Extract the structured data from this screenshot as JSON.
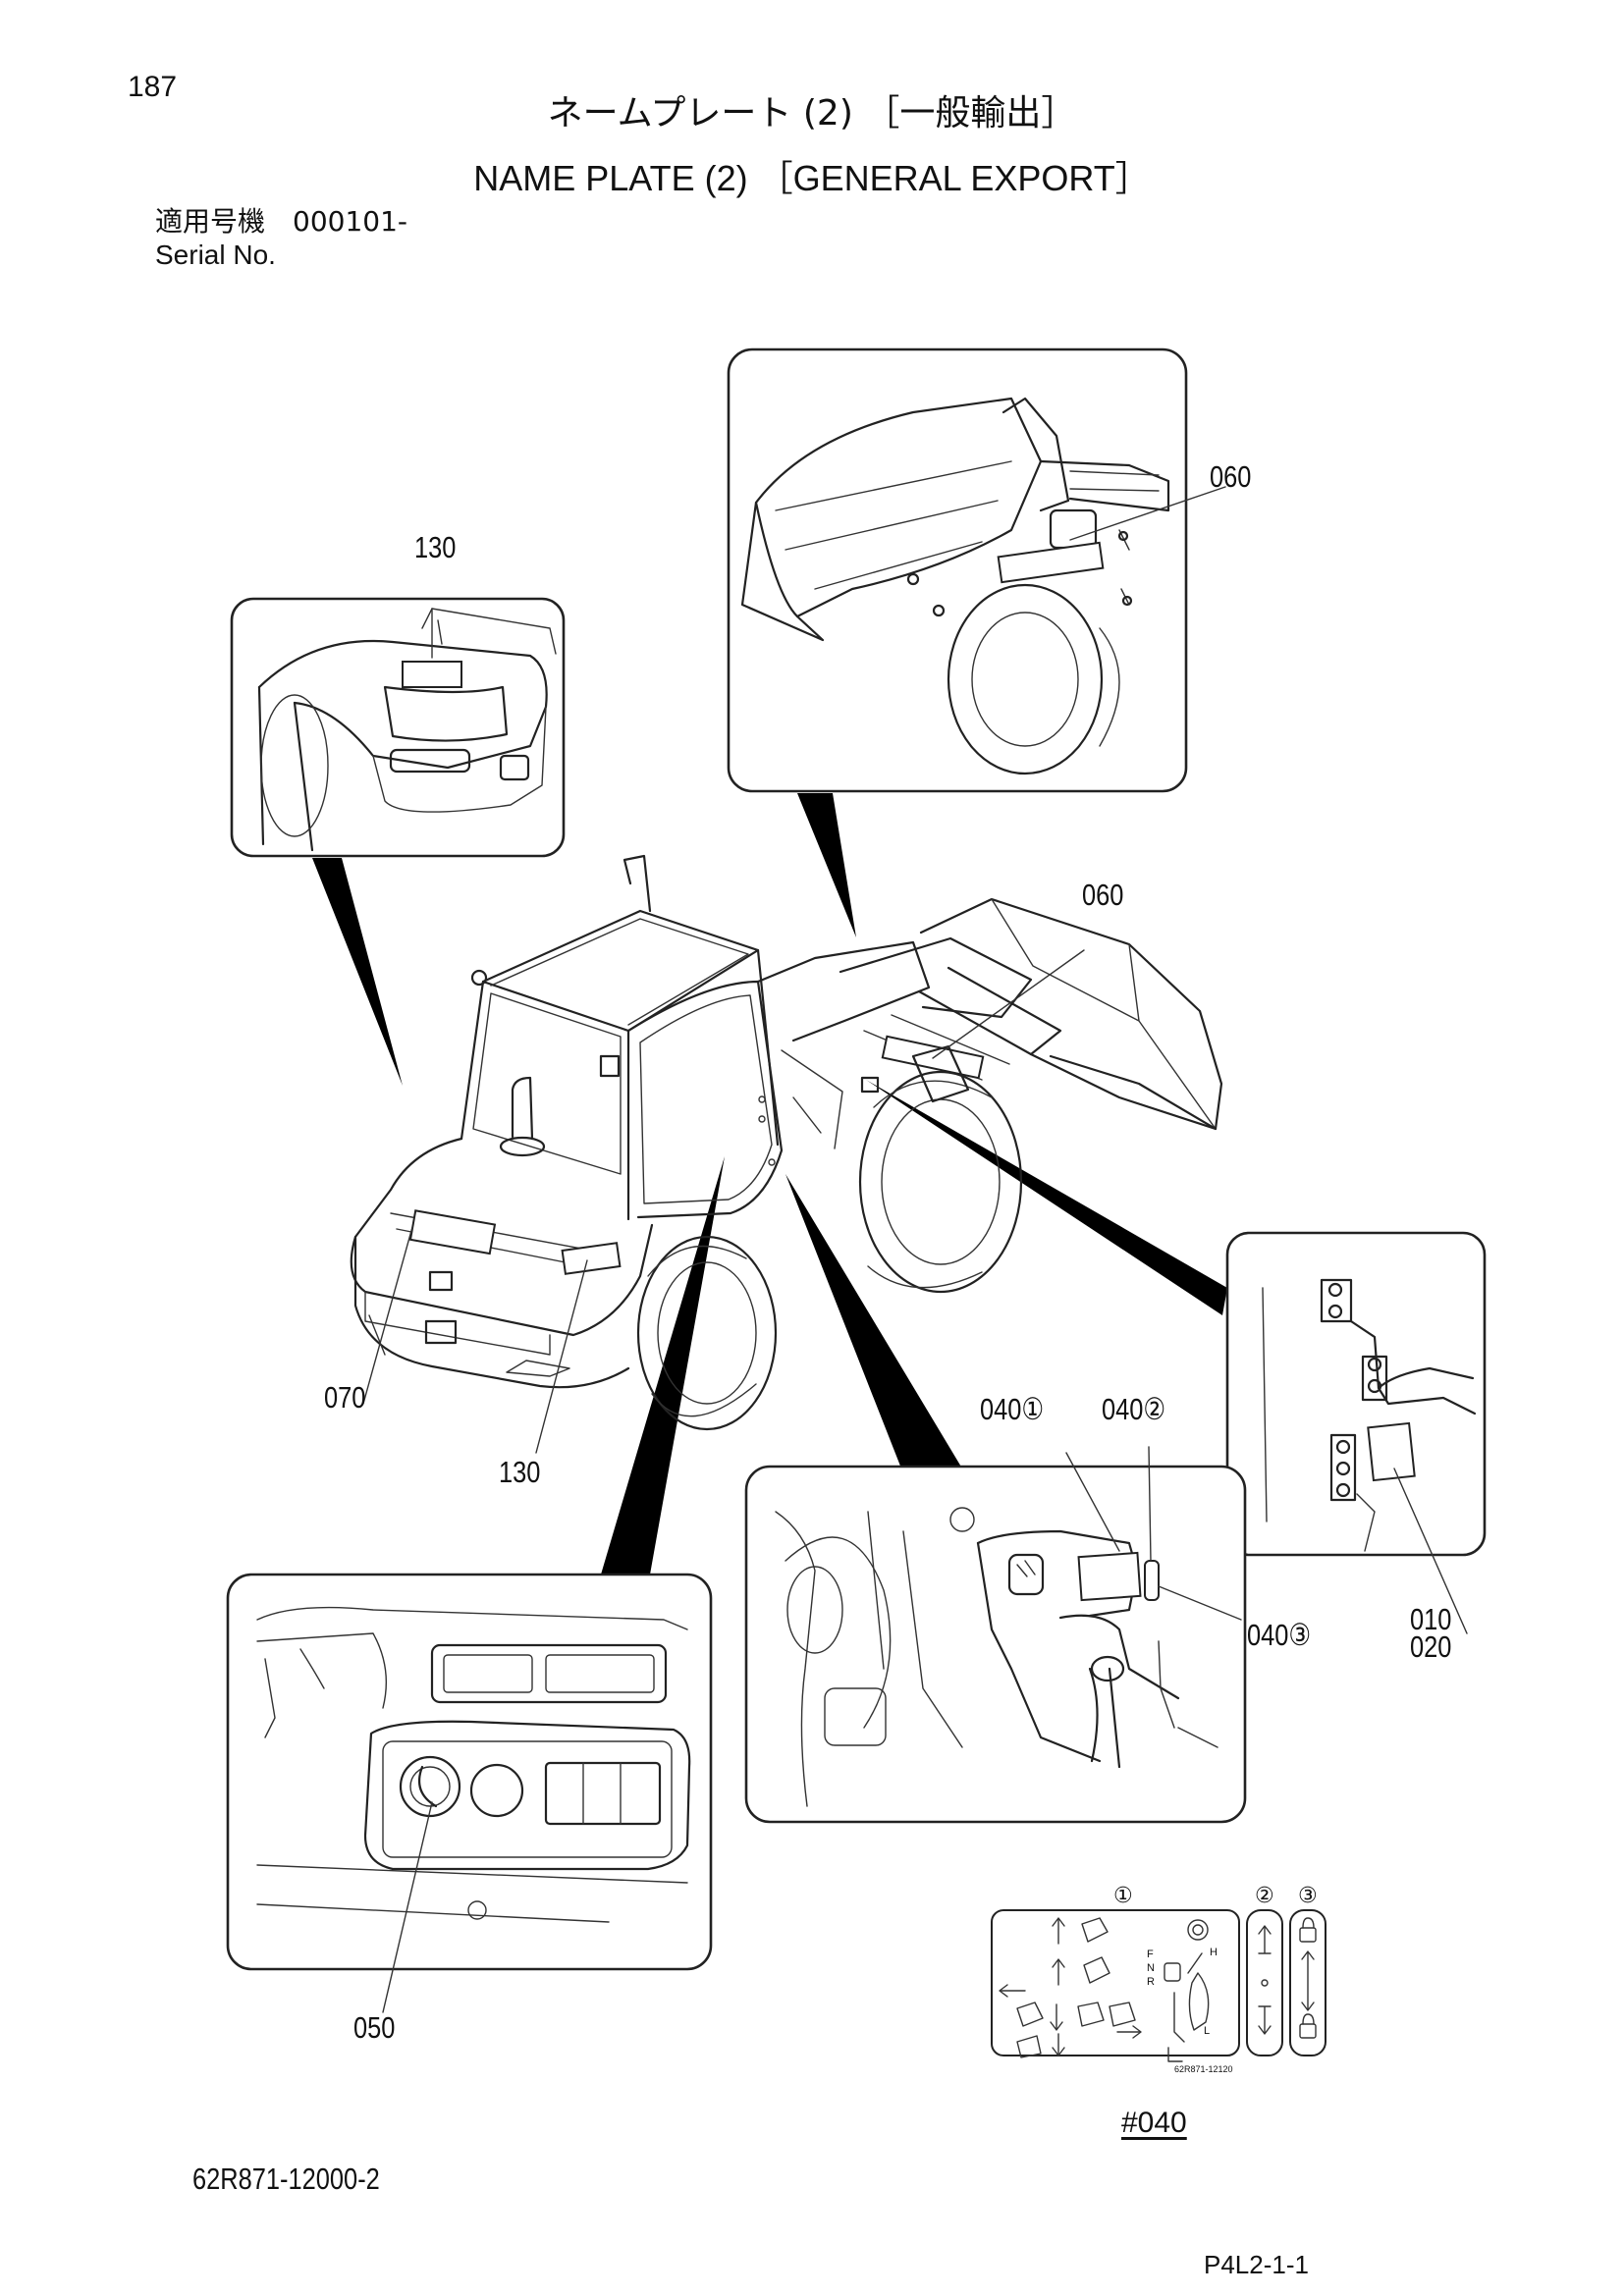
{
  "header": {
    "page_number": "187",
    "title_jp": "ネームプレート (2) ［一般輸出］",
    "title_en": "NAME PLATE (2) ［GENERAL EXPORT］",
    "serial_label_jp": "適用号機　000101-",
    "serial_label_en": "Serial No."
  },
  "callouts": {
    "c060_top": "060",
    "c130_top": "130",
    "c060_mid": "060",
    "c070": "070",
    "c130_bottom": "130",
    "c040_1": "040①",
    "c040_2": "040②",
    "c040_3": "040③",
    "c010": "010",
    "c020": "020",
    "c050": "050"
  },
  "decal": {
    "col1": "①",
    "col2": "②",
    "col3": "③",
    "lever_f": "F",
    "lever_n": "N",
    "lever_r": "R",
    "lever_h": "H",
    "lever_l": "L",
    "part_code": "62R871-12120",
    "reference": "#040"
  },
  "footer": {
    "doc_number": "62R871-12000-2",
    "page_code": "P4L2-1-1"
  }
}
